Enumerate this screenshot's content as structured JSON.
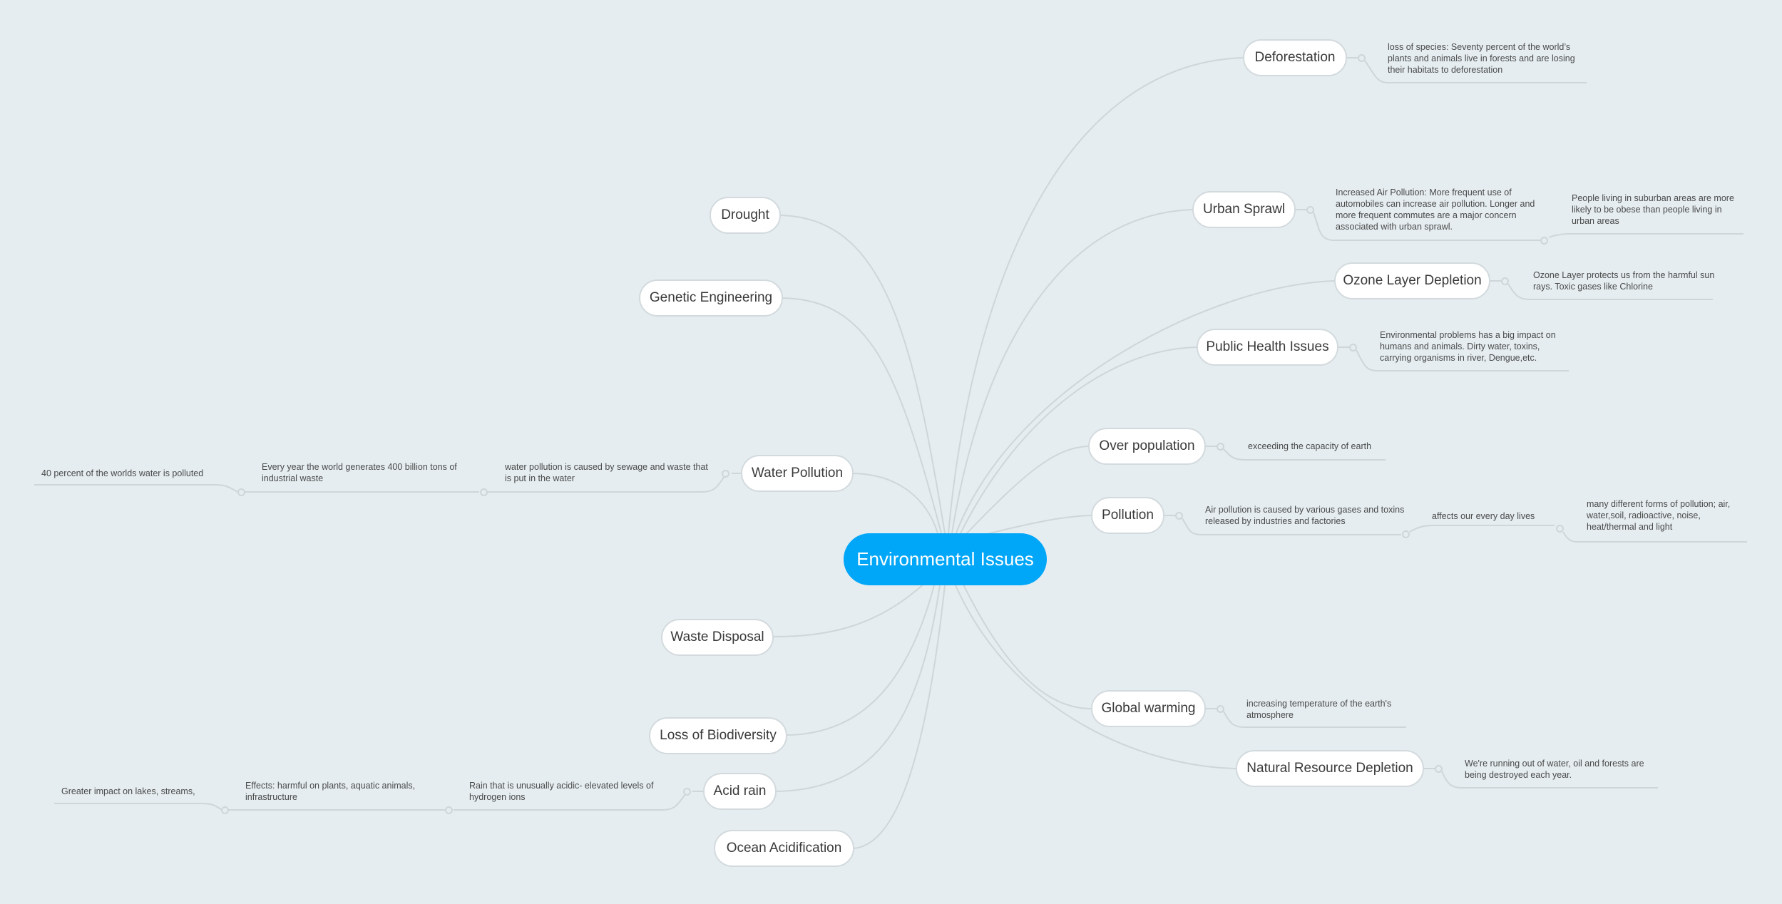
{
  "mindmap": {
    "title": "Environmental Issues",
    "colors": {
      "background": "#e5edf0",
      "root": "#00a6f8",
      "line": "#cfd6d9",
      "topic_border": "#d3dadd",
      "text": "#3a3a3a"
    },
    "right_topics": [
      {
        "label": "Deforestation",
        "notes": [
          "loss of species: Seventy percent of the world’s plants and animals live in forests and are losing their habitats to deforestation"
        ]
      },
      {
        "label": "Urban Sprawl",
        "notes": [
          "Increased Air Pollution: More frequent use of automobiles can increase air pollution. Longer and more frequent commutes are a major concern associated with urban sprawl.",
          "People living in suburban areas are more likely to be obese than people living in urban areas"
        ]
      },
      {
        "label": "Ozone Layer Depletion",
        "notes": [
          "Ozone Layer protects us from the harmful sun rays.  Toxic gases like Chlorine"
        ]
      },
      {
        "label": "Public Health Issues",
        "notes": [
          "Environmental problems has a big impact on humans and animals. Dirty water, toxins, carrying organisms in river, Dengue,etc."
        ]
      },
      {
        "label": "Over population",
        "notes": [
          "exceeding the capacity of earth"
        ]
      },
      {
        "label": "Pollution",
        "notes": [
          "Air pollution is caused by various gases and toxins released by industries and factories",
          "affects our every day lives",
          "many different forms of pollution; air, water,soil, radioactive, noise, heat/thermal and light"
        ]
      },
      {
        "label": "Global warming",
        "notes": [
          "increasing temperature of the earth's atmosphere"
        ]
      },
      {
        "label": "Natural Resource Depletion",
        "notes": [
          "We're running out of water, oil and forests are being destroyed each year."
        ]
      }
    ],
    "left_topics": [
      {
        "label": "Drought",
        "notes": []
      },
      {
        "label": "Genetic Engineering",
        "notes": []
      },
      {
        "label": "Water Pollution",
        "notes": [
          "water pollution is caused by sewage and waste that is put in the water",
          "Every year the world generates 400 billion tons of industrial waste",
          "40 percent of the worlds water is polluted"
        ]
      },
      {
        "label": "Waste Disposal",
        "notes": []
      },
      {
        "label": "Loss of Biodiversity",
        "notes": []
      },
      {
        "label": "Acid rain",
        "notes": [
          "Rain that is unusually acidic- elevated levels of hydrogen ions",
          "Effects: harmful on plants, aquatic animals, infrastructure",
          "Greater impact on lakes, streams,"
        ]
      },
      {
        "label": "Ocean Acidification",
        "notes": []
      }
    ]
  }
}
